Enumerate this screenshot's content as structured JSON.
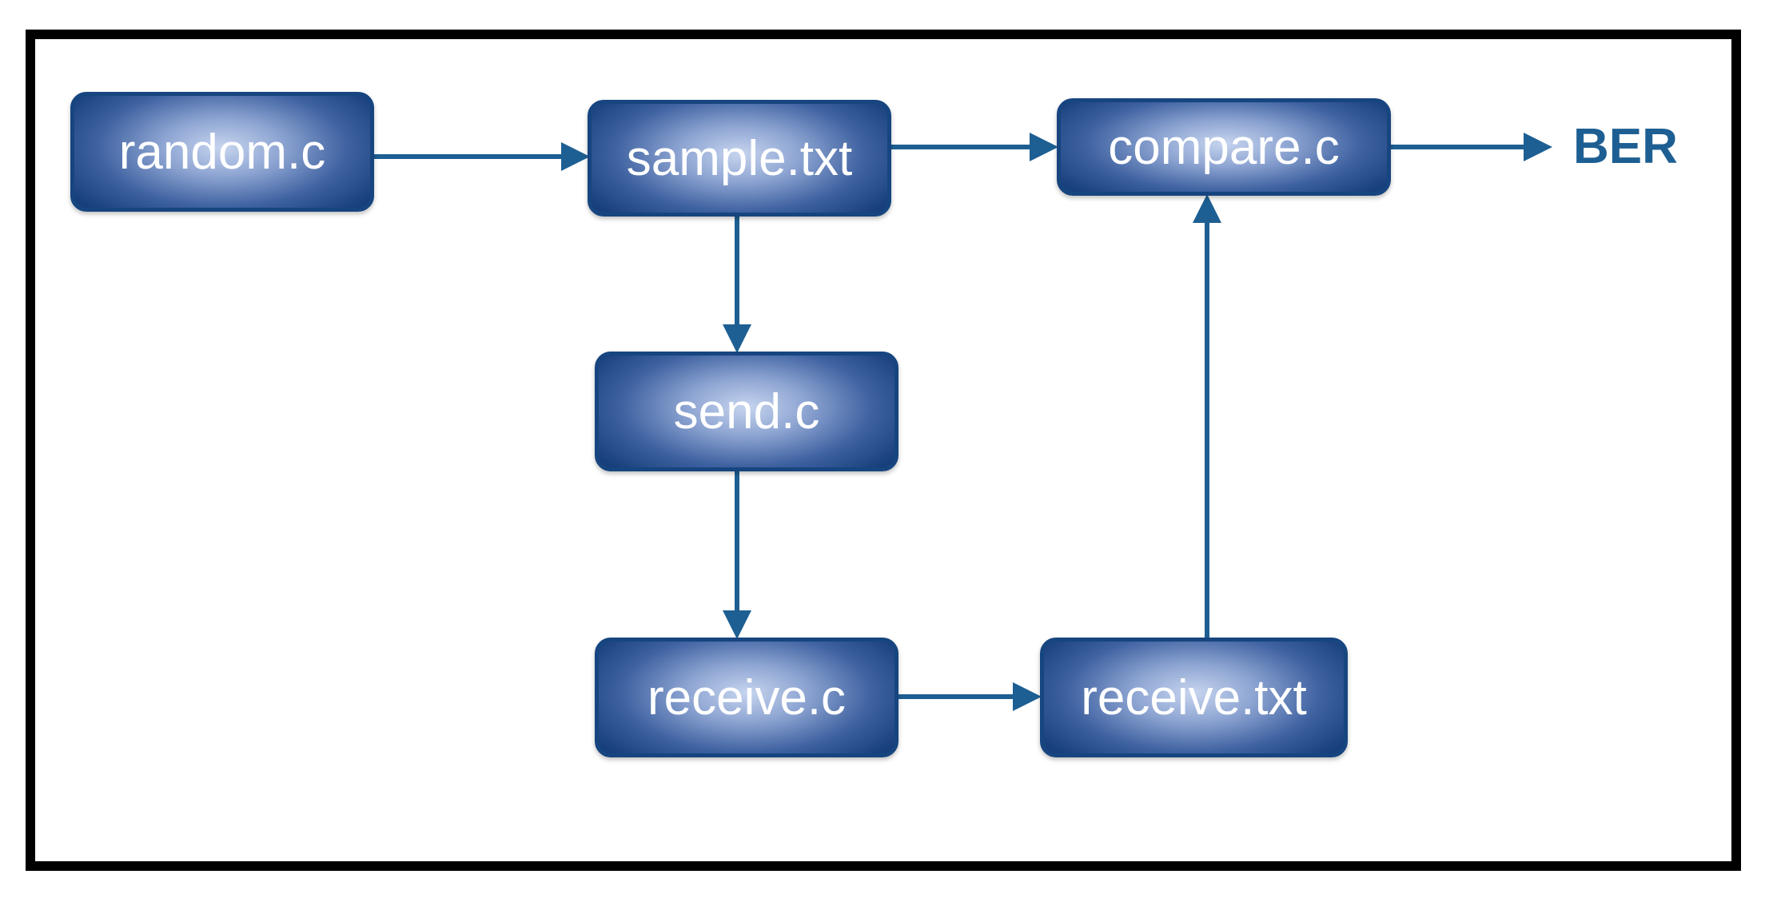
{
  "nodes": {
    "random": "random.c",
    "sample": "sample.txt",
    "compare": "compare.c",
    "send": "send.c",
    "receive": "receive.c",
    "receivetxt": "receive.txt"
  },
  "output": "BER",
  "colors": {
    "arrow": "#1d5f93",
    "node_border": "#16457f",
    "node_text": "#ffffff",
    "output_text": "#1d5f93"
  },
  "edges": [
    {
      "from": "random.c",
      "to": "sample.txt"
    },
    {
      "from": "sample.txt",
      "to": "compare.c"
    },
    {
      "from": "compare.c",
      "to": "BER"
    },
    {
      "from": "sample.txt",
      "to": "send.c"
    },
    {
      "from": "send.c",
      "to": "receive.c"
    },
    {
      "from": "receive.c",
      "to": "receive.txt"
    },
    {
      "from": "receive.txt",
      "to": "compare.c"
    }
  ]
}
